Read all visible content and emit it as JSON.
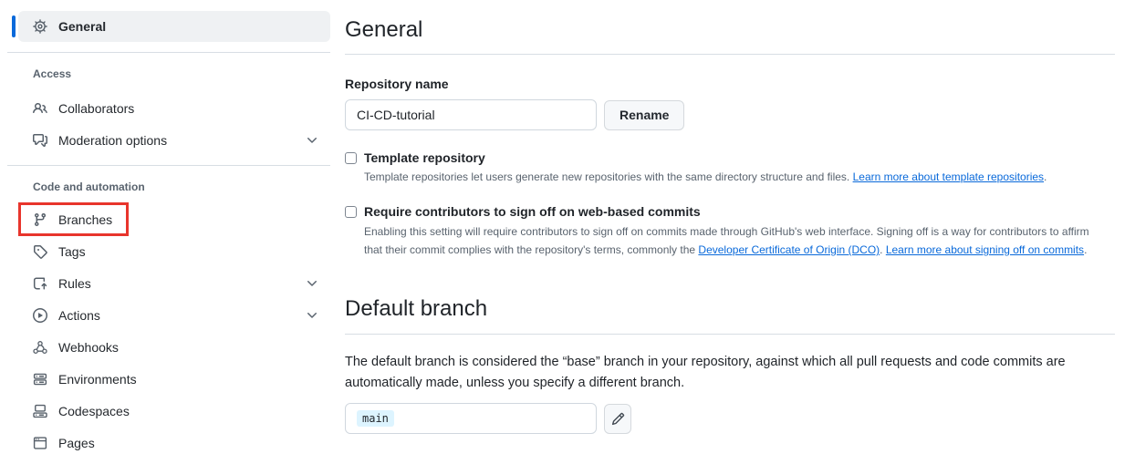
{
  "colors": {
    "accent": "#0969da",
    "link": "#0969da",
    "annotation-red": "#e8352c",
    "badge-bg": "#ddf4ff"
  },
  "sidebar": {
    "sections": [
      {
        "items": [
          {
            "label": "General",
            "icon": "gear",
            "selected": true
          }
        ]
      },
      {
        "title": "Access",
        "items": [
          {
            "label": "Collaborators",
            "icon": "people"
          },
          {
            "label": "Moderation options",
            "icon": "comment-discussion",
            "expandable": true
          }
        ]
      },
      {
        "title": "Code and automation",
        "items": [
          {
            "label": "Branches",
            "icon": "git-branch",
            "annotated": true
          },
          {
            "label": "Tags",
            "icon": "tag"
          },
          {
            "label": "Rules",
            "icon": "repo-push",
            "expandable": true
          },
          {
            "label": "Actions",
            "icon": "play",
            "expandable": true
          },
          {
            "label": "Webhooks",
            "icon": "webhook"
          },
          {
            "label": "Environments",
            "icon": "server"
          },
          {
            "label": "Codespaces",
            "icon": "codespaces"
          },
          {
            "label": "Pages",
            "icon": "browser"
          }
        ]
      }
    ]
  },
  "main": {
    "heading": "General",
    "repo_name": {
      "label": "Repository name",
      "value": "CI-CD-tutorial",
      "rename_button": "Rename"
    },
    "template_repo": {
      "label": "Template repository",
      "description": "Template repositories let users generate new repositories with the same directory structure and files. ",
      "link": "Learn more about template repositories",
      "suffix": "."
    },
    "sign_off": {
      "label": "Require contributors to sign off on web-based commits",
      "description": "Enabling this setting will require contributors to sign off on commits made through GitHub's web interface. Signing off is a way for contributors to affirm that their commit complies with the repository's terms, commonly the ",
      "dco_link": "Developer Certificate of Origin (DCO)",
      "separator": ". ",
      "learn_link": "Learn more about signing off on commits",
      "suffix": "."
    },
    "default_branch": {
      "heading": "Default branch",
      "description": "The default branch is considered the “base” branch in your repository, against which all pull requests and code commits are automatically made, unless you specify a different branch.",
      "branch_value": "main"
    }
  }
}
